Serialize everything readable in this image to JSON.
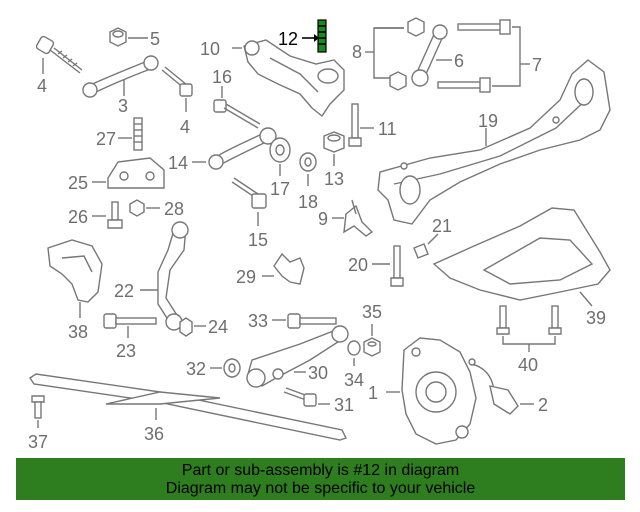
{
  "highlighted_part": "12",
  "labels": {
    "p1": "1",
    "p2": "2",
    "p3": "3",
    "p4a": "4",
    "p4b": "4",
    "p5": "5",
    "p6": "6",
    "p7": "7",
    "p8": "8",
    "p9": "9",
    "p10": "10",
    "p11": "11",
    "p12": "12",
    "p13": "13",
    "p14": "14",
    "p15": "15",
    "p16": "16",
    "p17": "17",
    "p18": "18",
    "p19": "19",
    "p20": "20",
    "p21": "21",
    "p22": "22",
    "p23": "23",
    "p24": "24",
    "p25": "25",
    "p26": "26",
    "p27": "27",
    "p28": "28",
    "p29": "29",
    "p30": "30",
    "p31": "31",
    "p32": "32",
    "p33": "33",
    "p34": "34",
    "p35": "35",
    "p36": "36",
    "p37": "37",
    "p38": "38",
    "p39": "39",
    "p40": "40"
  },
  "banner": {
    "line1": "Part or sub-assembly is #12 in diagram",
    "line2": "Diagram may not be specific to your vehicle"
  },
  "colors": {
    "banner_bg": "#2e7d1e",
    "highlight": "#1a8a1a",
    "line": "#777777"
  }
}
